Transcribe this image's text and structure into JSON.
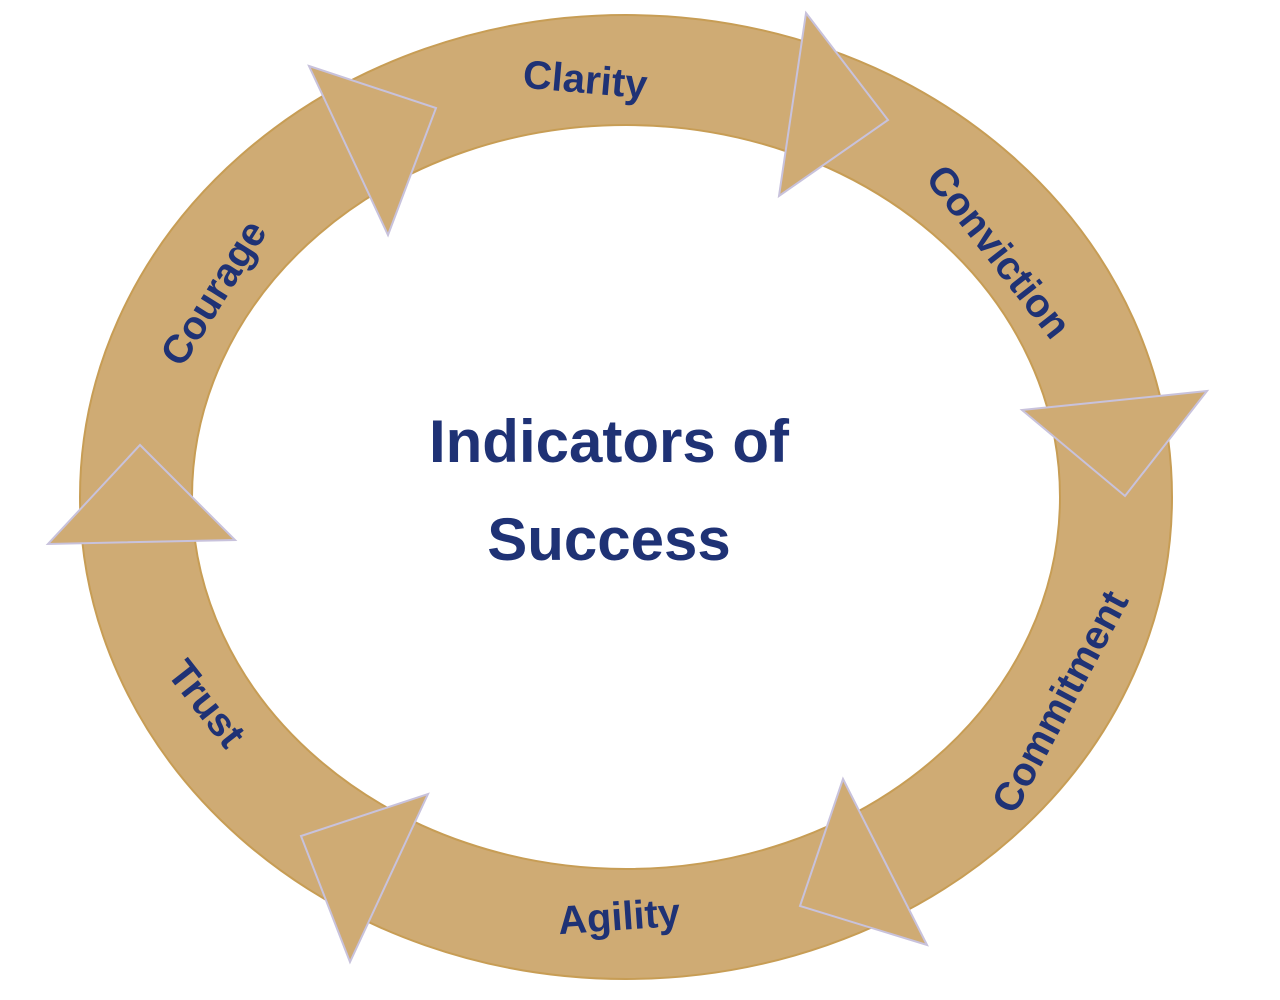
{
  "diagram": {
    "center_title": {
      "line1": "Indicators of",
      "line2": "Success"
    },
    "segments": [
      {
        "label": "Clarity"
      },
      {
        "label": "Conviction"
      },
      {
        "label": "Commitment"
      },
      {
        "label": "Agility"
      },
      {
        "label": "Trust"
      },
      {
        "label": "Courage"
      }
    ],
    "colors": {
      "ring_fill": "#cfab74",
      "ring_stroke": "#c79d55",
      "arrow_outline": "#c8c2dc",
      "text": "#1f3275",
      "background": "#ffffff"
    }
  }
}
